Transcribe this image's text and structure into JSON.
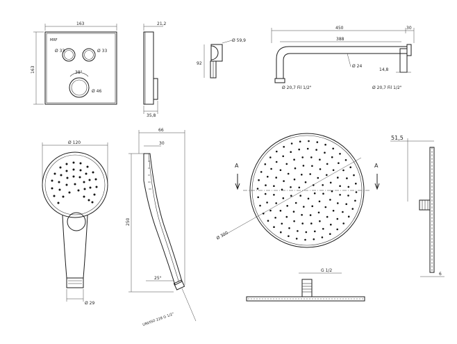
{
  "mixer": {
    "width": "163",
    "height": "163",
    "depth": "21,2",
    "depth_bottom": "35,8",
    "brand": "MRF",
    "knob_left": "Ø 33",
    "knob_right": "Ø 33",
    "temp": "38°",
    "knob_big": "Ø 46"
  },
  "outlet": {
    "dia": "Ø 59,9",
    "height": "92"
  },
  "arm": {
    "length": "450",
    "inner": "388",
    "end": "30",
    "tube": "Ø 24",
    "offset": "14,8",
    "thread_left": "Ø 20,7 Fil 1/2\"",
    "thread_right": "Ø 20,7 Fil 1/2\""
  },
  "handshower": {
    "head_dia": "Ø 120",
    "handle_dia": "Ø 29",
    "depth": "66",
    "face": "30",
    "length": "250",
    "angle": "25°",
    "thread": "UNI/ISO 228 G 1/2\""
  },
  "headshower": {
    "section_left": "A",
    "section_right": "A",
    "dia": "Ø 300",
    "thread": "G 1/2",
    "side_depth": "51,5",
    "plate": "6"
  }
}
